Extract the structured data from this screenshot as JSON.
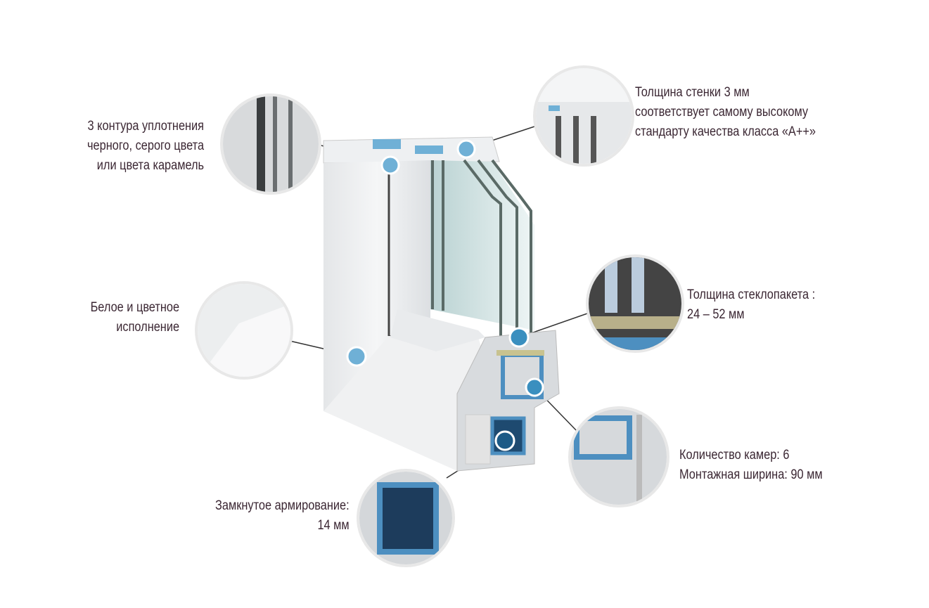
{
  "callouts": [
    {
      "id": "seals",
      "lines": [
        "3 контура уплотнения",
        "черного, серого цвета",
        "или цвета карамель"
      ]
    },
    {
      "id": "wall",
      "lines": [
        "Толщина  стенки 3 мм",
        "соответствует самому высокому",
        "стандарту качества класса «А++»"
      ]
    },
    {
      "id": "color",
      "lines": [
        "Белое и цветное",
        "исполнение"
      ]
    },
    {
      "id": "glass",
      "lines": [
        "Толщина стеклопакета :",
        "24 – 52 мм"
      ]
    },
    {
      "id": "chambers",
      "lines": [
        "Количество камер:  6",
        "Монтажная ширина: 90 мм"
      ]
    },
    {
      "id": "reinforcement",
      "lines": [
        "Замкнутое армирование:",
        "14 мм"
      ]
    }
  ],
  "colors": {
    "text": "#3b2733",
    "dot": "#6fb0d6",
    "dot_dark": "#1c5a86",
    "line": "#333333",
    "steel": "#4d8fc0"
  }
}
